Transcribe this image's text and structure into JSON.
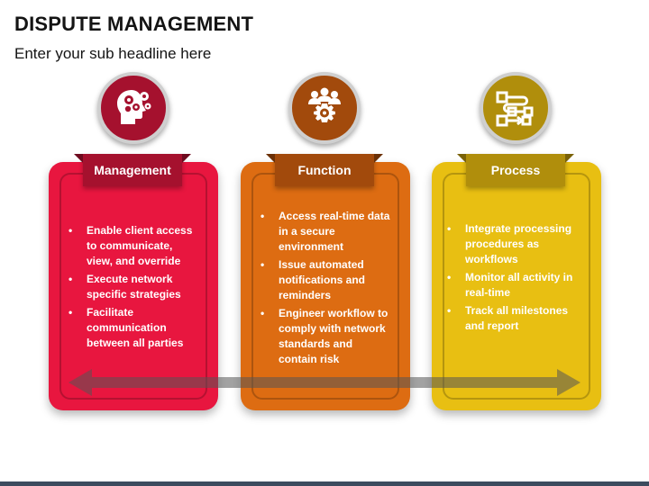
{
  "header": {
    "title": "DISPUTE MANAGEMENT",
    "subtitle": "Enter your sub headline here"
  },
  "colors": {
    "management": "#E8163F",
    "management_dark": "#A5112E",
    "function": "#DD6C12",
    "function_dark": "#A24A0C",
    "process": "#E8BF12",
    "process_dark": "#B08E0C",
    "arrow": "#666666",
    "footer": "#3C4B5E"
  },
  "cards": [
    {
      "label": "Management",
      "icon": "head-gears-icon",
      "bullets": [
        "Enable client access to communicate, view, and override",
        "Execute network specific strategies",
        "Facilitate communication between all parties"
      ]
    },
    {
      "label": "Function",
      "icon": "team-gear-icon",
      "bullets": [
        "Access real-time data in a secure environment",
        "Issue automated notifications and reminders",
        "Engineer workflow to comply with network standards and contain risk"
      ]
    },
    {
      "label": "Process",
      "icon": "workflow-icon",
      "bullets": [
        "Integrate processing procedures as workflows",
        "Monitor all activity in real-time",
        "Track all milestones and report"
      ]
    }
  ]
}
